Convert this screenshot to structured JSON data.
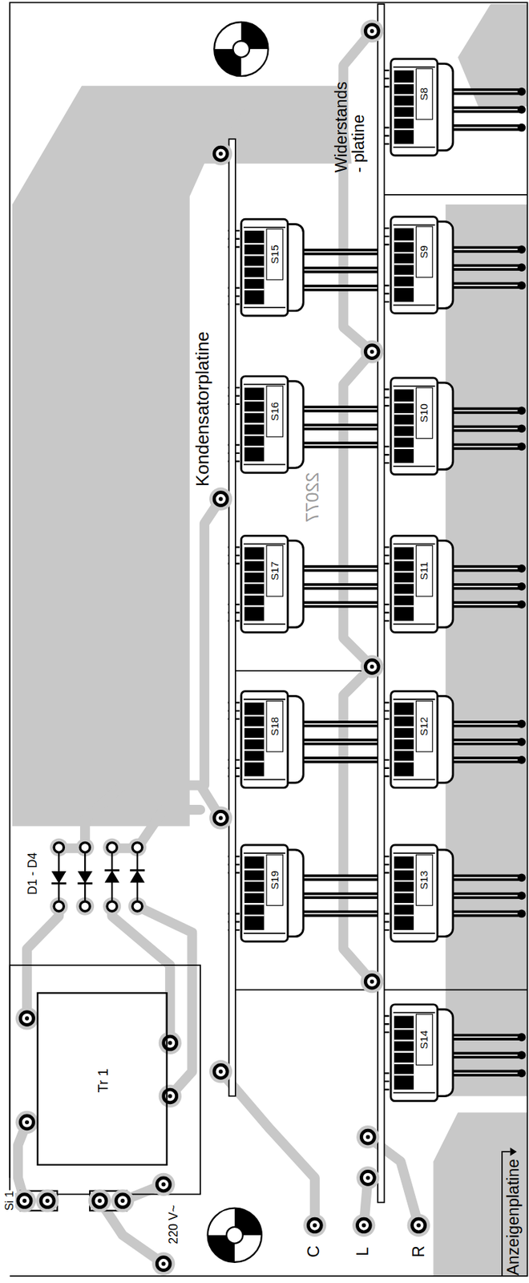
{
  "diagram": {
    "nodes": [
      {
        "text": [
          "S8"
        ]
      },
      {
        "text": [
          "S9"
        ]
      },
      {
        "text": [
          "S10"
        ]
      },
      {
        "text": [
          "S11"
        ]
      },
      {
        "text": [
          "S12"
        ]
      },
      {
        "text": [
          "S13"
        ]
      },
      {
        "text": [
          "S14"
        ]
      },
      {
        "text": [
          "S15"
        ]
      },
      {
        "text": [
          "S16"
        ]
      },
      {
        "text": [
          "S17"
        ]
      },
      {
        "text": [
          "S18"
        ]
      },
      {
        "text": [
          "S19"
        ]
      },
      {
        "text": [
          "Tr 1"
        ]
      }
    ],
    "labels": [
      "Widerstands - platine",
      "Kondensatorplatine",
      "22077",
      "D1 - D4",
      "Si 1",
      "220 V~",
      "C",
      "L",
      "R",
      "Anzeigenplatine"
    ]
  }
}
